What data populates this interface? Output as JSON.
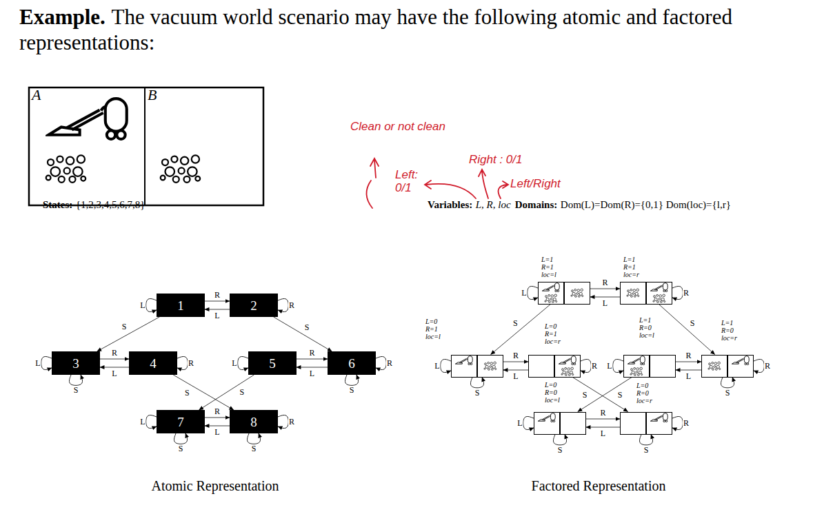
{
  "diagram": {
    "title": "Example.",
    "nodes": [
      {
        "text": [
          "1"
        ]
      },
      {
        "text": [
          "2"
        ]
      },
      {
        "text": [
          "3"
        ]
      },
      {
        "text": [
          "4"
        ]
      },
      {
        "text": [
          "5"
        ]
      },
      {
        "text": [
          "6"
        ]
      },
      {
        "text": [
          "7"
        ]
      },
      {
        "text": [
          "8"
        ]
      },
      {
        "text": [
          "L=1 R=1 loc=l"
        ]
      },
      {
        "text": [
          "L=1 R=1 loc=r"
        ]
      },
      {
        "text": [
          "L=0 R=1 loc=l"
        ]
      },
      {
        "text": [
          "L=0 R=1 loc=r"
        ]
      },
      {
        "text": [
          "L=1 R=0 loc=l"
        ]
      },
      {
        "text": [
          "L=1 R=0 loc=r"
        ]
      },
      {
        "text": [
          "L=0 R=0 loc=l"
        ]
      },
      {
        "text": [
          "L=0 R=0 loc=r"
        ]
      }
    ],
    "edges": [
      {
        "from": 0,
        "to": 1,
        "arrow": "to",
        "label": "R"
      },
      {
        "from": 1,
        "to": 0,
        "arrow": "to",
        "label": "L"
      },
      {
        "from": 2,
        "to": 3,
        "arrow": "to",
        "label": "R"
      },
      {
        "from": 3,
        "to": 2,
        "arrow": "to",
        "label": "L"
      },
      {
        "from": 4,
        "to": 5,
        "arrow": "to",
        "label": "R"
      },
      {
        "from": 5,
        "to": 4,
        "arrow": "to",
        "label": "L"
      },
      {
        "from": 6,
        "to": 7,
        "arrow": "to",
        "label": "R"
      },
      {
        "from": 7,
        "to": 6,
        "arrow": "to",
        "label": "L"
      },
      {
        "from": 0,
        "to": 2,
        "arrow": "to",
        "label": "S"
      },
      {
        "from": 1,
        "to": 5,
        "arrow": "to",
        "label": "S"
      },
      {
        "from": 3,
        "to": 7,
        "arrow": "to",
        "label": "S"
      },
      {
        "from": 4,
        "to": 6,
        "arrow": "to",
        "label": "S"
      },
      {
        "from": 0,
        "to": 0,
        "arrow": "to",
        "label": "L"
      },
      {
        "from": 1,
        "to": 1,
        "arrow": "to",
        "label": "R"
      },
      {
        "from": 2,
        "to": 2,
        "arrow": "to",
        "label": "L"
      },
      {
        "from": 2,
        "to": 2,
        "arrow": "to",
        "label": "S"
      },
      {
        "from": 3,
        "to": 3,
        "arrow": "to",
        "label": "R"
      },
      {
        "from": 4,
        "to": 4,
        "arrow": "to",
        "label": "L"
      },
      {
        "from": 5,
        "to": 5,
        "arrow": "to",
        "label": "R"
      },
      {
        "from": 5,
        "to": 5,
        "arrow": "to",
        "label": "S"
      },
      {
        "from": 6,
        "to": 6,
        "arrow": "to",
        "label": "L"
      },
      {
        "from": 6,
        "to": 6,
        "arrow": "to",
        "label": "S"
      },
      {
        "from": 7,
        "to": 7,
        "arrow": "to",
        "label": "R"
      },
      {
        "from": 7,
        "to": 7,
        "arrow": "to",
        "label": "S"
      },
      {
        "from": 8,
        "to": 9,
        "arrow": "to",
        "label": "R"
      },
      {
        "from": 9,
        "to": 8,
        "arrow": "to",
        "label": "L"
      },
      {
        "from": 10,
        "to": 11,
        "arrow": "to",
        "label": "R"
      },
      {
        "from": 11,
        "to": 10,
        "arrow": "to",
        "label": "L"
      },
      {
        "from": 12,
        "to": 13,
        "arrow": "to",
        "label": "R"
      },
      {
        "from": 13,
        "to": 12,
        "arrow": "to",
        "label": "L"
      },
      {
        "from": 14,
        "to": 15,
        "arrow": "to",
        "label": "R"
      },
      {
        "from": 15,
        "to": 14,
        "arrow": "to",
        "label": "L"
      },
      {
        "from": 8,
        "to": 10,
        "arrow": "to",
        "label": "S"
      },
      {
        "from": 9,
        "to": 13,
        "arrow": "to",
        "label": "S"
      },
      {
        "from": 11,
        "to": 15,
        "arrow": "to",
        "label": "S"
      },
      {
        "from": 12,
        "to": 14,
        "arrow": "to",
        "label": "S"
      },
      {
        "from": 8,
        "to": 8,
        "arrow": "to",
        "label": "L"
      },
      {
        "from": 9,
        "to": 9,
        "arrow": "to",
        "label": "R"
      },
      {
        "from": 10,
        "to": 10,
        "arrow": "to",
        "label": "L"
      },
      {
        "from": 10,
        "to": 10,
        "arrow": "to",
        "label": "S"
      },
      {
        "from": 11,
        "to": 11,
        "arrow": "to",
        "label": "R"
      },
      {
        "from": 12,
        "to": 12,
        "arrow": "to",
        "label": "L"
      },
      {
        "from": 13,
        "to": 13,
        "arrow": "to",
        "label": "R"
      },
      {
        "from": 13,
        "to": 13,
        "arrow": "to",
        "label": "S"
      },
      {
        "from": 14,
        "to": 14,
        "arrow": "to",
        "label": "L"
      },
      {
        "from": 14,
        "to": 14,
        "arrow": "to",
        "label": "S"
      },
      {
        "from": 15,
        "to": 15,
        "arrow": "to",
        "label": "R"
      },
      {
        "from": 15,
        "to": 15,
        "arrow": "to",
        "label": "S"
      }
    ],
    "labels": [
      "The vacuum world scenario may have the following atomic and factored representations:",
      "A",
      "B",
      "Clean or not clean",
      "Right : 0/1",
      "Left: 0/1",
      "Left/Right",
      "States:",
      "{1,2,3,4,5,6,7,8}",
      "Variables:",
      "L, R, loc",
      "Domains:",
      "Dom(L)=Dom(R)={0,1} Dom(loc)={l,r}",
      "Atomic Representation",
      "Factored Representation"
    ]
  }
}
